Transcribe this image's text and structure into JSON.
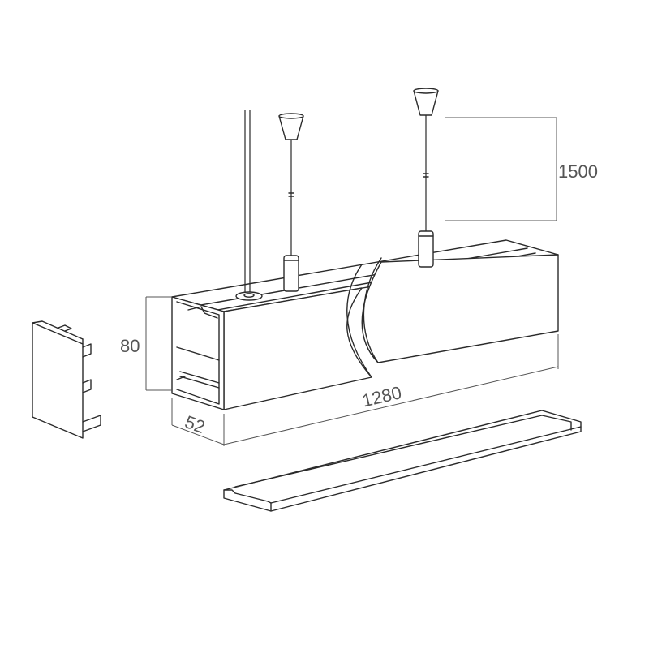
{
  "dimensions": {
    "height": "80",
    "depth": "52",
    "length": "1280",
    "suspension": "1500"
  }
}
